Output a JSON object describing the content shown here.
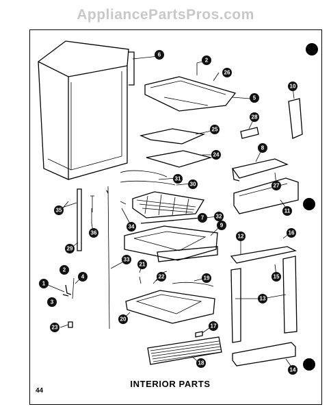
{
  "watermark": "AppliancePartsPros.com",
  "caption": "INTERIOR PARTS",
  "page_number": "44",
  "callouts": [
    "1",
    "2",
    "3",
    "4",
    "5",
    "6",
    "7",
    "8",
    "9",
    "10",
    "11",
    "12",
    "13",
    "14",
    "15",
    "16",
    "17",
    "18",
    "19",
    "20",
    "21",
    "22",
    "23",
    "24",
    "25",
    "26",
    "27",
    "28",
    "29",
    "30",
    "31",
    "32",
    "33",
    "34",
    "35",
    "36"
  ],
  "colors": {
    "ink": "#000000",
    "watermark": "#c8c8c8",
    "background": "#ffffff"
  }
}
